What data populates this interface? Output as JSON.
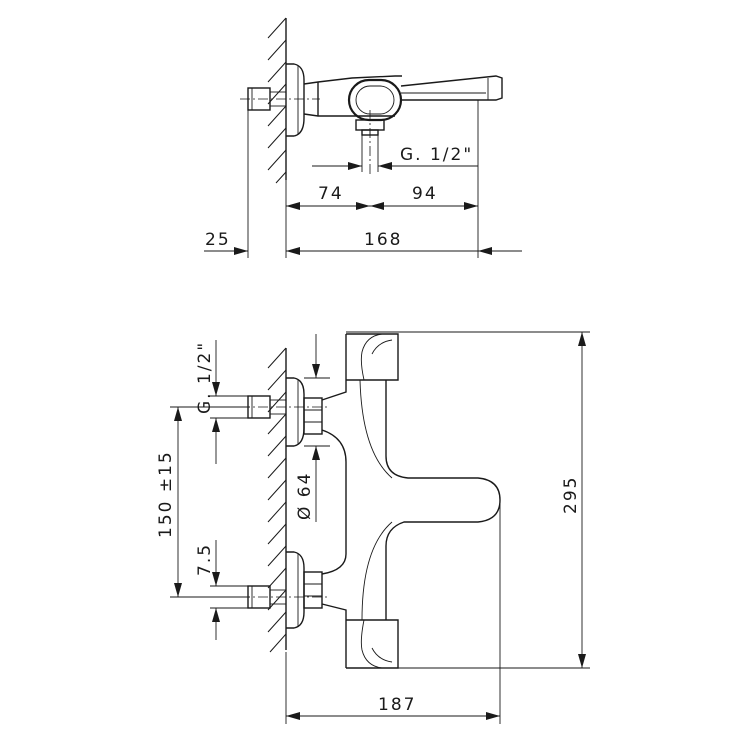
{
  "top_view": {
    "thread_label": "G. 1/2\"",
    "dim_74": "74",
    "dim_94": "94",
    "dim_25": "25",
    "dim_168": "168"
  },
  "front_view": {
    "thread_label": "G. 1/2\"",
    "diameter_label": "Ø 64",
    "spacing_label": "150 ±15",
    "offset_label": "7.5",
    "height_label": "295",
    "width_label": "187"
  }
}
